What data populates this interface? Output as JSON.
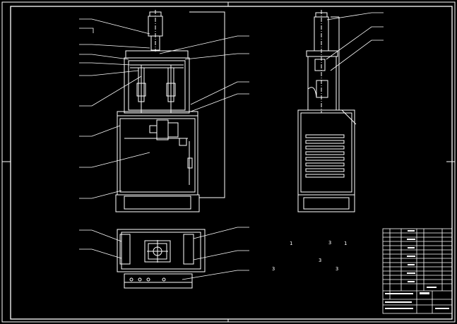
{
  "drawing": {
    "background": "#000000",
    "line_color": "#ffffff",
    "views": [
      "front-view",
      "side-view",
      "top-view"
    ],
    "annotations": [
      {
        "text": "1"
      },
      {
        "text": "3"
      },
      {
        "text": "1"
      },
      {
        "text": "3"
      },
      {
        "text": "3"
      },
      {
        "text": "3"
      }
    ],
    "title_block": {
      "present": true,
      "text_unreadable": true
    }
  }
}
